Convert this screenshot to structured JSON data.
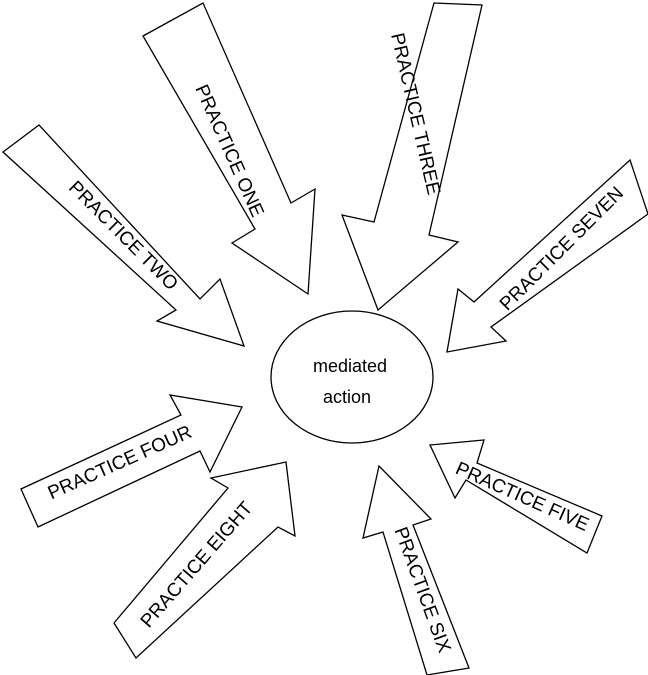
{
  "center": {
    "line1": "mediated",
    "line2": "action"
  },
  "arrows": [
    {
      "id": "one",
      "label": "PRACTICE ONE"
    },
    {
      "id": "two",
      "label": "PRACTICE TWO"
    },
    {
      "id": "three",
      "label": "PRACTICE THREE"
    },
    {
      "id": "four",
      "label": "PRACTICE FOUR"
    },
    {
      "id": "five",
      "label": "PRACTICE FIVE"
    },
    {
      "id": "six",
      "label": "PRACTICE SIX"
    },
    {
      "id": "seven",
      "label": "PRACTICE SEVEN"
    },
    {
      "id": "eight",
      "label": "PRACTICE EIGHT"
    }
  ]
}
